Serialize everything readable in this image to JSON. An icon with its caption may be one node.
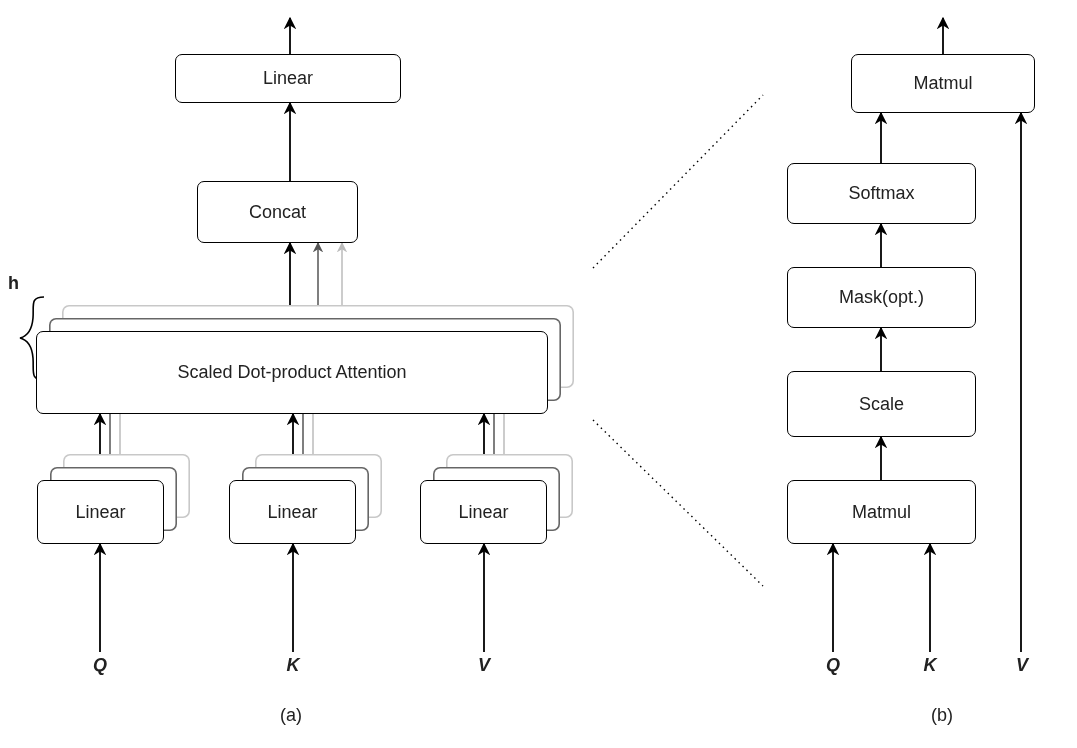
{
  "diagram": {
    "nodes": [
      {
        "text": [
          "Linear"
        ]
      },
      {
        "text": [
          "Concat"
        ]
      },
      {
        "text": [
          "Scaled Dot-product Attention"
        ],
        "beside": [
          "h"
        ]
      },
      {
        "text": [
          "Linear"
        ]
      },
      {
        "text": [
          "Linear"
        ]
      },
      {
        "text": [
          "Linear"
        ]
      },
      {
        "text": [
          "Q"
        ]
      },
      {
        "text": [
          "K"
        ]
      },
      {
        "text": [
          "V"
        ]
      },
      {
        "text": [
          "Matmul"
        ]
      },
      {
        "text": [
          "Softmax"
        ]
      },
      {
        "text": [
          "Mask(opt.)"
        ]
      },
      {
        "text": [
          "Scale"
        ]
      },
      {
        "text": [
          "Matmul"
        ]
      },
      {
        "text": [
          "Q"
        ]
      },
      {
        "text": [
          "K"
        ]
      },
      {
        "text": [
          "V"
        ]
      }
    ],
    "edges": [
      {
        "from": 0,
        "to": null,
        "arrow": "to"
      },
      {
        "from": 1,
        "to": 0,
        "arrow": "to"
      },
      {
        "from": 2,
        "to": 1,
        "arrow": "to"
      },
      {
        "from": 3,
        "to": 2,
        "arrow": "to"
      },
      {
        "from": 4,
        "to": 2,
        "arrow": "to"
      },
      {
        "from": 5,
        "to": 2,
        "arrow": "to"
      },
      {
        "from": 6,
        "to": 3,
        "arrow": "to"
      },
      {
        "from": 7,
        "to": 4,
        "arrow": "to"
      },
      {
        "from": 8,
        "to": 5,
        "arrow": "to"
      },
      {
        "from": 9,
        "to": null,
        "arrow": "to"
      },
      {
        "from": 10,
        "to": 9,
        "arrow": "to"
      },
      {
        "from": 11,
        "to": 10,
        "arrow": "to"
      },
      {
        "from": 12,
        "to": 11,
        "arrow": "to"
      },
      {
        "from": 13,
        "to": 12,
        "arrow": "to"
      },
      {
        "from": 14,
        "to": 13,
        "arrow": "to"
      },
      {
        "from": 15,
        "to": 13,
        "arrow": "to"
      },
      {
        "from": 16,
        "to": 9,
        "arrow": "to"
      },
      {
        "from": 2,
        "to": 1,
        "arrow": "to",
        "color": "#555555"
      },
      {
        "from": 2,
        "to": 1,
        "arrow": "to",
        "color": "#bbbbbb"
      },
      {
        "from": 3,
        "to": 2,
        "arrow": "none",
        "color": "#555555"
      },
      {
        "from": 3,
        "to": 2,
        "arrow": "none",
        "color": "#bbbbbb"
      },
      {
        "from": 4,
        "to": 2,
        "arrow": "none",
        "color": "#555555"
      },
      {
        "from": 4,
        "to": 2,
        "arrow": "none",
        "color": "#bbbbbb"
      },
      {
        "from": 5,
        "to": 2,
        "arrow": "none",
        "color": "#555555"
      },
      {
        "from": 5,
        "to": 2,
        "arrow": "none",
        "color": "#bbbbbb"
      }
    ],
    "labels": [
      "(a)",
      "(b)"
    ]
  }
}
